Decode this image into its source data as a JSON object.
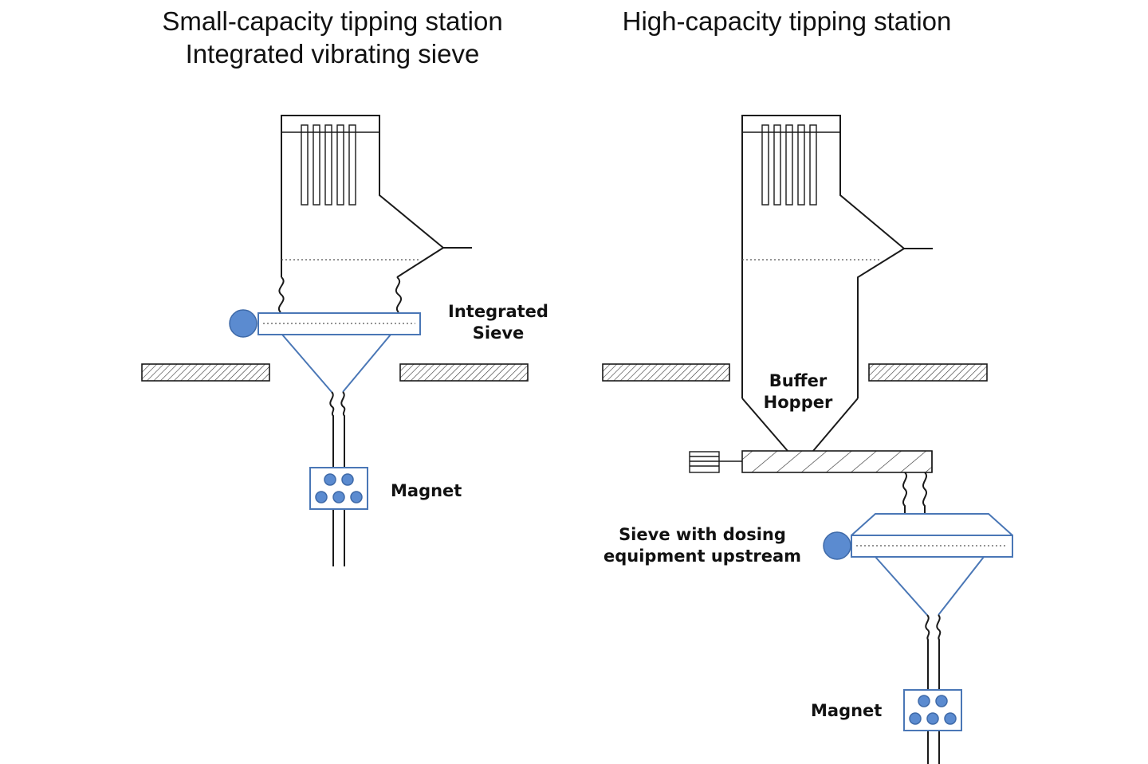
{
  "left_panel": {
    "title_line1": "Small-capacity tipping station",
    "title_line2": "Integrated vibrating sieve",
    "sieve_label_line1": "Integrated",
    "sieve_label_line2": "Sieve",
    "magnet_label": "Magnet"
  },
  "right_panel": {
    "title": "High-capacity tipping station",
    "hopper_label_line1": "Buffer",
    "hopper_label_line2": "Hopper",
    "sieve_label_line1": "Sieve with dosing",
    "sieve_label_line2": "equipment upstream",
    "magnet_label": "Magnet"
  },
  "colors": {
    "equipment_blue": "#4a77b6",
    "line_black": "#1a1a1a"
  }
}
